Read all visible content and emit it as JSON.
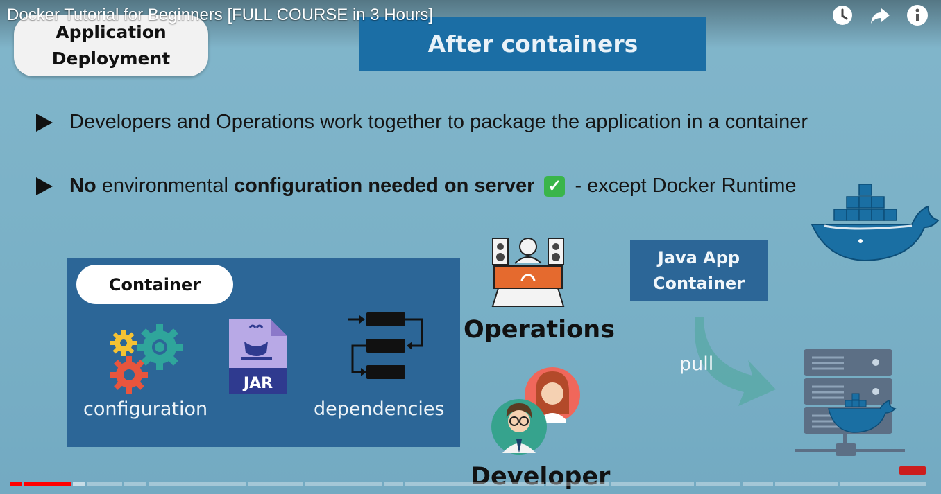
{
  "player": {
    "title": "Docker Tutorial for Beginners [FULL COURSE in 3 Hours]",
    "icons": [
      "watch-later-icon",
      "share-icon",
      "info-icon"
    ],
    "progress_segments_played": 2
  },
  "slide": {
    "badge": "Application Deployment",
    "header": "After containers",
    "bullet1": "Developers and Operations work together to package the application in a container",
    "bullet2": {
      "part1": "No",
      "part2": " environmental ",
      "part3": "configuration needed on server",
      "part4": "- except Docker Runtime"
    },
    "container_box": {
      "pill": "Container",
      "configuration": "configuration",
      "jar": "JAR",
      "dependencies": "dependencies"
    },
    "operations": "Operations",
    "developer": "Developer",
    "java_container": "Java App Container",
    "pull": "pull"
  },
  "colors": {
    "slide_bg": "#7fb2c8",
    "header_blue": "#1b6ea5",
    "box_blue": "#2c6697",
    "progress_red": "#ff0000",
    "check_green": "#3ab54a"
  }
}
